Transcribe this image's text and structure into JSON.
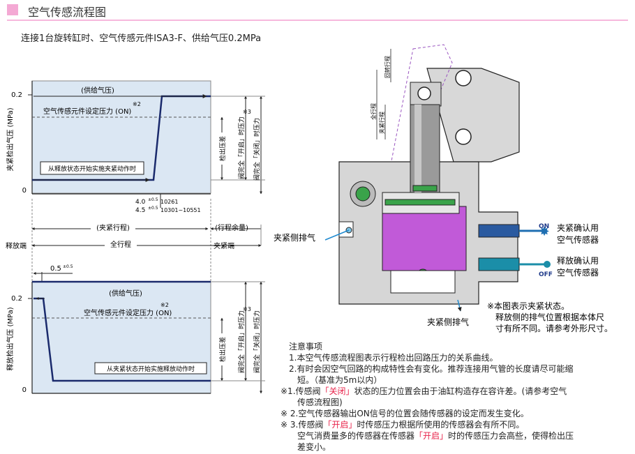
{
  "header": {
    "title": "空气传感流程图"
  },
  "subtitle": "连接1台旋转缸时、空气传感元件ISA3-F、供给气压0.2MPa",
  "graph1": {
    "ylabel": "夹紧检出气压 (MPa)",
    "y_top": "0.2",
    "y_zero": "0",
    "supply": "(供给气压)",
    "setpoint": "空气传感元件设定压力 (ON)",
    "note2": "※2",
    "action": "从释放状态开始实施夹紧动作时",
    "diff": "检出压差",
    "valve_full": "阀完全「开启」时压力",
    "valve_closed": "阀完全「关闭」时压力",
    "note3": "※3",
    "tol1": "4.0",
    "tol1_sup": "±0.5",
    "tol1_model": "10261",
    "tol2": "4.5",
    "tol2_sup": "±0.5",
    "tol2_model": "10301~10551"
  },
  "dims": {
    "clamp_stroke": "(夹紧行程)",
    "stroke_margin": "(行程余量)",
    "release_end": "释放端",
    "full_stroke": "全行程",
    "clamp_end": "夹紧端",
    "offset": "0.5",
    "offset_sup": "±0.5"
  },
  "graph2": {
    "ylabel": "释放检出气压 (MPa)",
    "y_top": "0.2",
    "y_zero": "0",
    "supply": "(供给气压)",
    "setpoint": "空气传感元件设定压力 (ON)",
    "note2": "※2",
    "action": "从夹紧状态开始实施释放动作时",
    "diff": "检出压差",
    "valve_full": "阀完全「开启」时压力",
    "valve_closed": "阀完全「关闭」时压力",
    "note3": "※3"
  },
  "cylinder": {
    "rot_stroke": "回转行程",
    "full_stroke": "全行程",
    "clamp_stroke": "夹紧行程",
    "exhaust_left": "夹紧侧排气",
    "exhaust_bottom": "夹紧侧排气",
    "on": "ON",
    "off": "OFF",
    "sensor_clamp_1": "夹紧确认用",
    "sensor_clamp_2": "空气传感器",
    "sensor_release_1": "释放确认用",
    "sensor_release_2": "空气传感器",
    "state_note_1": "※本图表示夹紧状态。",
    "state_note_2": "释放侧的排气位置根据本体尺",
    "state_note_3": "寸有所不同。请参考外形尺寸。"
  },
  "notes": {
    "heading": "注意事项",
    "n1": "1.本空气传感流程图表示行程检出回路压力的关系曲线。",
    "n2a": "2.有时会因空气回路的构成特性会有变化。推荐连接用气管的长度请尽可能缩",
    "n2b": "短。（基准为5m以内）",
    "n3_prefix": "※1.传感阀",
    "n3_red": "「关闭」",
    "n3_rest": "状态的压力位置会由于油缸构造存在容许差。(请参考空气",
    "n3_b": "传感流程图)",
    "n4": "※ 2.空气传感器输出ON信号的位置会随传感器的设定而发生变化。",
    "n5_prefix": "※ 3.传感阀",
    "n5_red": "「开启」",
    "n5_rest": "时传感压力根据所使用的传感器会有所不同。",
    "n6_prefix": "空气消费量多的传感器在传感器",
    "n6_red": "「开启」",
    "n6_rest": "时的传感压力会高些，使得检出压",
    "n6_b": "差变小。"
  },
  "colors": {
    "accent_pink": "#f4a9d4",
    "graph_fill": "#dbe7f3",
    "navy": "#1a2a6c",
    "purple": "#c15ad8",
    "sensor_blue": "#1f6fb2",
    "sensor_teal": "#1b8ea8",
    "red": "#e8234a"
  }
}
